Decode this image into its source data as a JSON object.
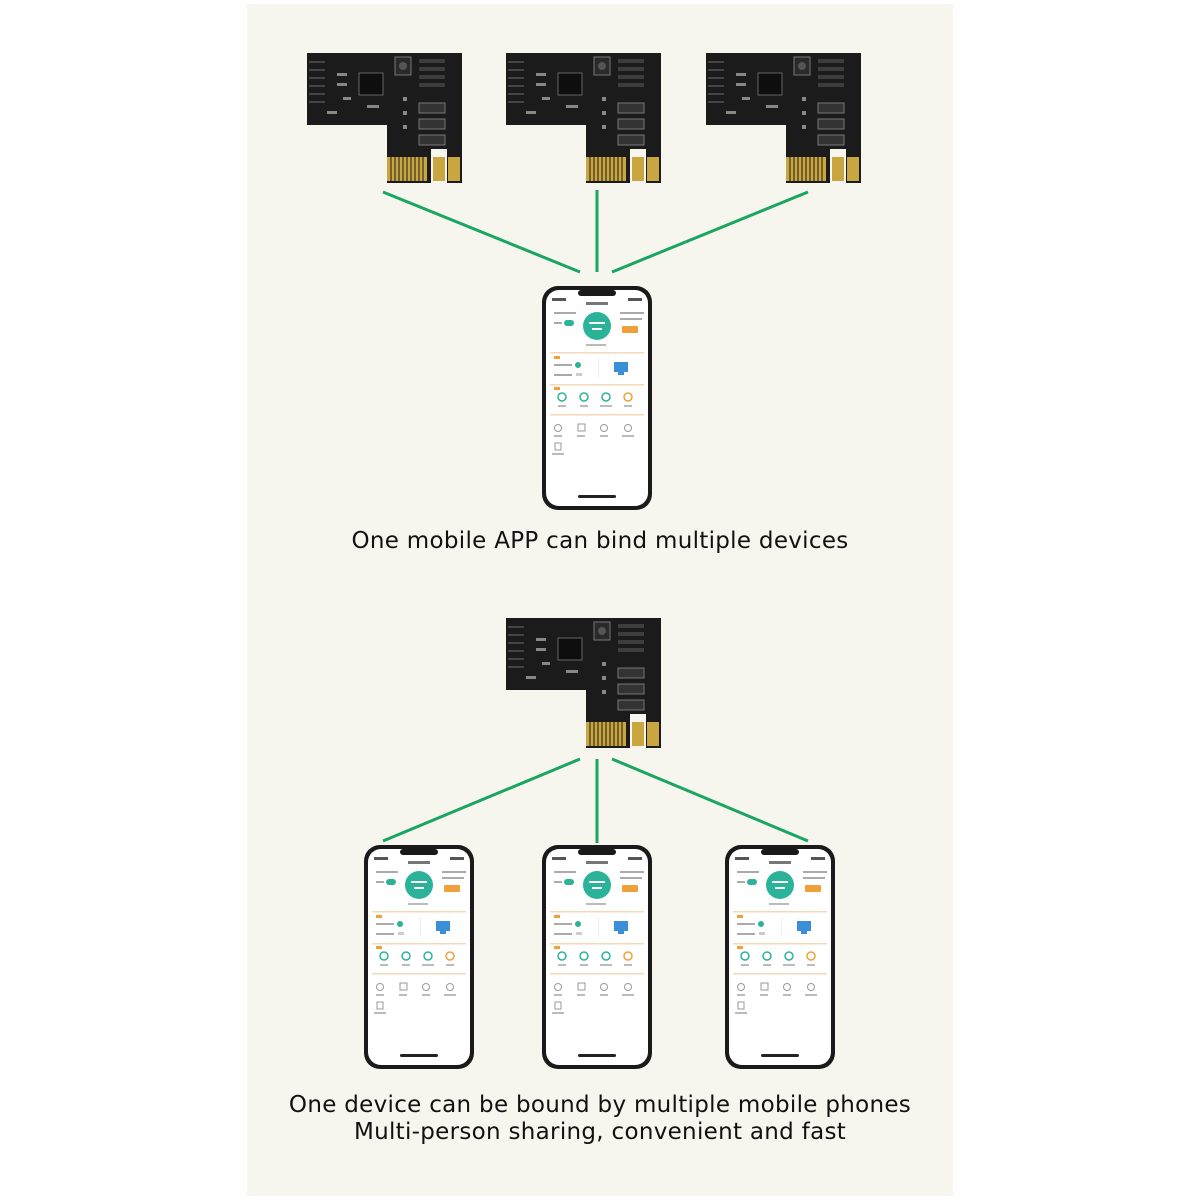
{
  "captions": {
    "top": "One mobile APP can bind multiple devices",
    "bottom_line1": "One device can be bound by multiple mobile phones",
    "bottom_line2": "Multi-person sharing, convenient and fast"
  },
  "colors": {
    "background": "#f6f6ef",
    "connector": "#1aa563",
    "pcb": "#1b1b1b",
    "gold_fingers": "#c9a640",
    "app_accent": "#2bb39a",
    "app_button": "#f0a03a",
    "phone_frame": "#1a1a1a"
  },
  "diagram": {
    "top_group": {
      "devices": 3,
      "phones": 1
    },
    "bottom_group": {
      "devices": 1,
      "phones": 3
    }
  }
}
